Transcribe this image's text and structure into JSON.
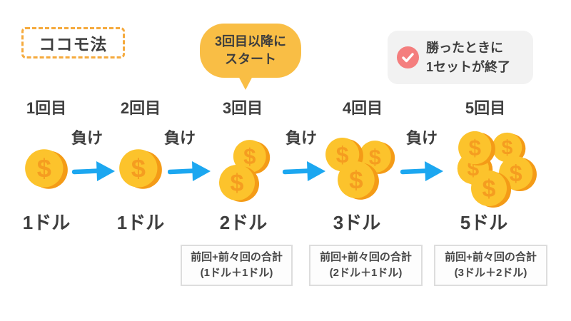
{
  "title": "ココモ法",
  "callout": {
    "line1": "3回目以降に",
    "line2": "スタート"
  },
  "win_note": {
    "line1": "勝ったときに",
    "line2": "1セットが終了"
  },
  "lose_label": "負け",
  "coin_symbol": "$",
  "rounds": [
    {
      "label": "1回目",
      "bet": "1ドル",
      "coins": 1
    },
    {
      "label": "2回目",
      "bet": "1ドル",
      "coins": 1
    },
    {
      "label": "3回目",
      "bet": "2ドル",
      "coins": 2,
      "note": {
        "line1": "前回+前々回の合計",
        "line2": "(1ドル＋1ドル)"
      }
    },
    {
      "label": "4回目",
      "bet": "3ドル",
      "coins": 3,
      "note": {
        "line1": "前回+前々回の合計",
        "line2": "(2ドル＋1ドル)"
      }
    },
    {
      "label": "5回目",
      "bet": "5ドル",
      "coins": 5,
      "note": {
        "line1": "前回+前々回の合計",
        "line2": "(3ドル＋2ドル)"
      }
    }
  ],
  "colors": {
    "accent_orange": "#f5aa3d",
    "bubble_yellow": "#f9be45",
    "coin_face": "#fcc32c",
    "coin_edge": "#f49b17",
    "coin_symbol": "#f59d20",
    "arrow_blue": "#1ca7f0",
    "check_red": "#f47e7e",
    "note_bg": "#f2f2f2",
    "text_dark": "#3e3e3e"
  }
}
